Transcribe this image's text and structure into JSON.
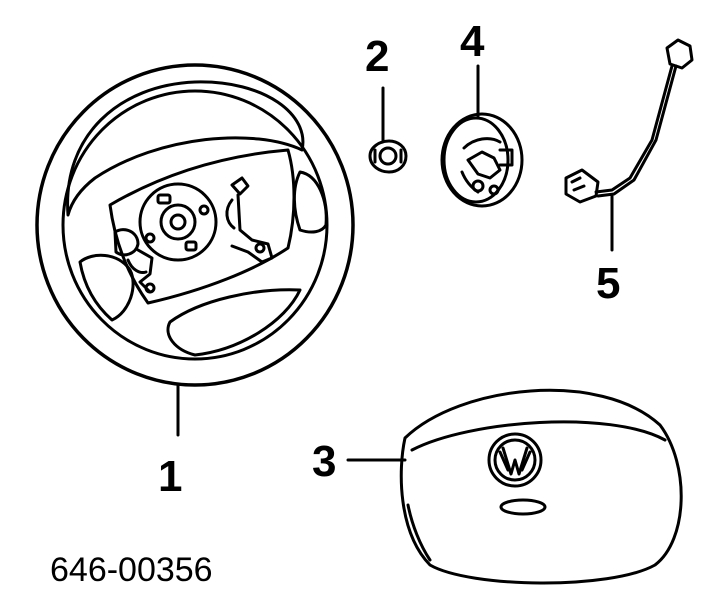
{
  "diagram": {
    "callouts": [
      {
        "id": "steering-wheel",
        "label": "1"
      },
      {
        "id": "nut",
        "label": "2"
      },
      {
        "id": "airbag",
        "label": "3"
      },
      {
        "id": "clock-spring",
        "label": "4"
      },
      {
        "id": "wiring-harness",
        "label": "5"
      }
    ],
    "part_code": "646-00356"
  }
}
